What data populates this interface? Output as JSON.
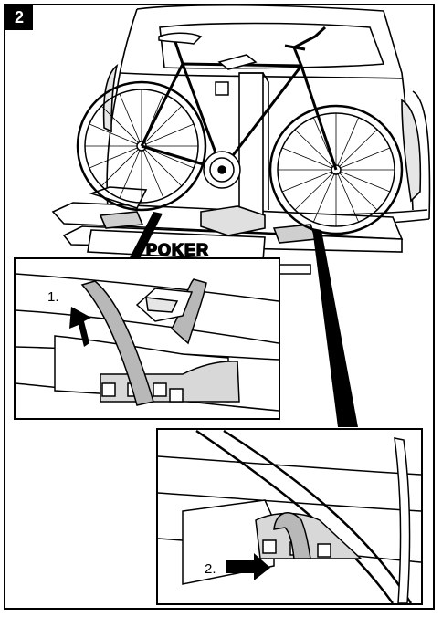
{
  "step": {
    "number": "2"
  },
  "plate": {
    "text": "POKER"
  },
  "detail_1": {
    "label": "1."
  },
  "detail_2": {
    "label": "2."
  },
  "colors": {
    "strap": "#b8b8b8",
    "line": "#000000",
    "background": "#ffffff"
  },
  "icons": [
    "arrow-up-icon",
    "arrow-right-icon"
  ]
}
